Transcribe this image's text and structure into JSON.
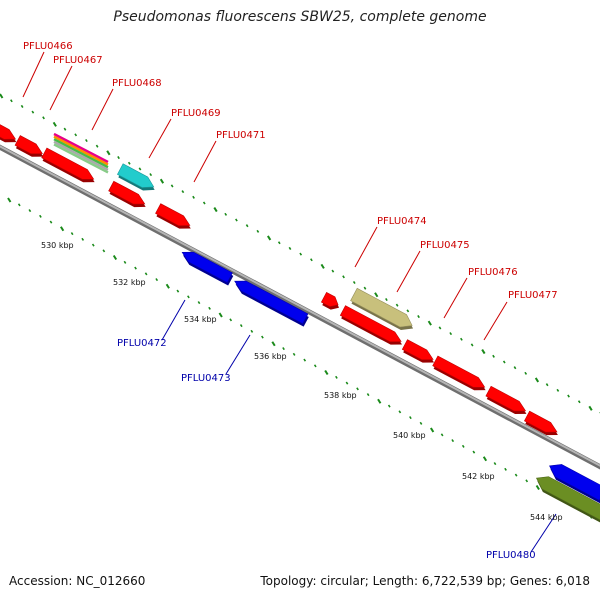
{
  "title": "Pseudomonas fluorescens SBW25, complete genome",
  "footer": {
    "accession": "Accession: NC_012660",
    "summary": "Topology: circular; Length: 6,722,539 bp; Genes: 6,018"
  },
  "colors": {
    "red": "#ff0000",
    "blue": "#0000ee",
    "cyan": "#22cccc",
    "khaki": "#c8c07c",
    "olive": "#6b8e23",
    "label_red": "#cc0000",
    "label_blue": "#0000aa",
    "tick_green": "#1a8a1a",
    "backbone": "#8c8c8c"
  },
  "kbp_labels": [
    "530 kbp",
    "532 kbp",
    "534 kbp",
    "536 kbp",
    "538 kbp",
    "540 kbp",
    "542 kbp",
    "544 kbp"
  ],
  "genes_forward": [
    {
      "name": "PFLU0466",
      "color": "red"
    },
    {
      "name": "PFLU0467",
      "color": "red"
    },
    {
      "name": "PFLU0468",
      "color": "multi"
    },
    {
      "name": "PFLU0469",
      "color": "cyan"
    },
    {
      "name": "PFLU0471",
      "color": "red"
    },
    {
      "name": "PFLU0474",
      "color": "red"
    },
    {
      "name": "PFLU0475",
      "color": "khaki"
    },
    {
      "name": "PFLU0476",
      "color": "red"
    },
    {
      "name": "PFLU0477",
      "color": "red"
    }
  ],
  "genes_reverse": [
    {
      "name": "PFLU0472",
      "color": "blue"
    },
    {
      "name": "PFLU0473",
      "color": "blue"
    },
    {
      "name": "PFLU0480",
      "color": "blue"
    }
  ]
}
